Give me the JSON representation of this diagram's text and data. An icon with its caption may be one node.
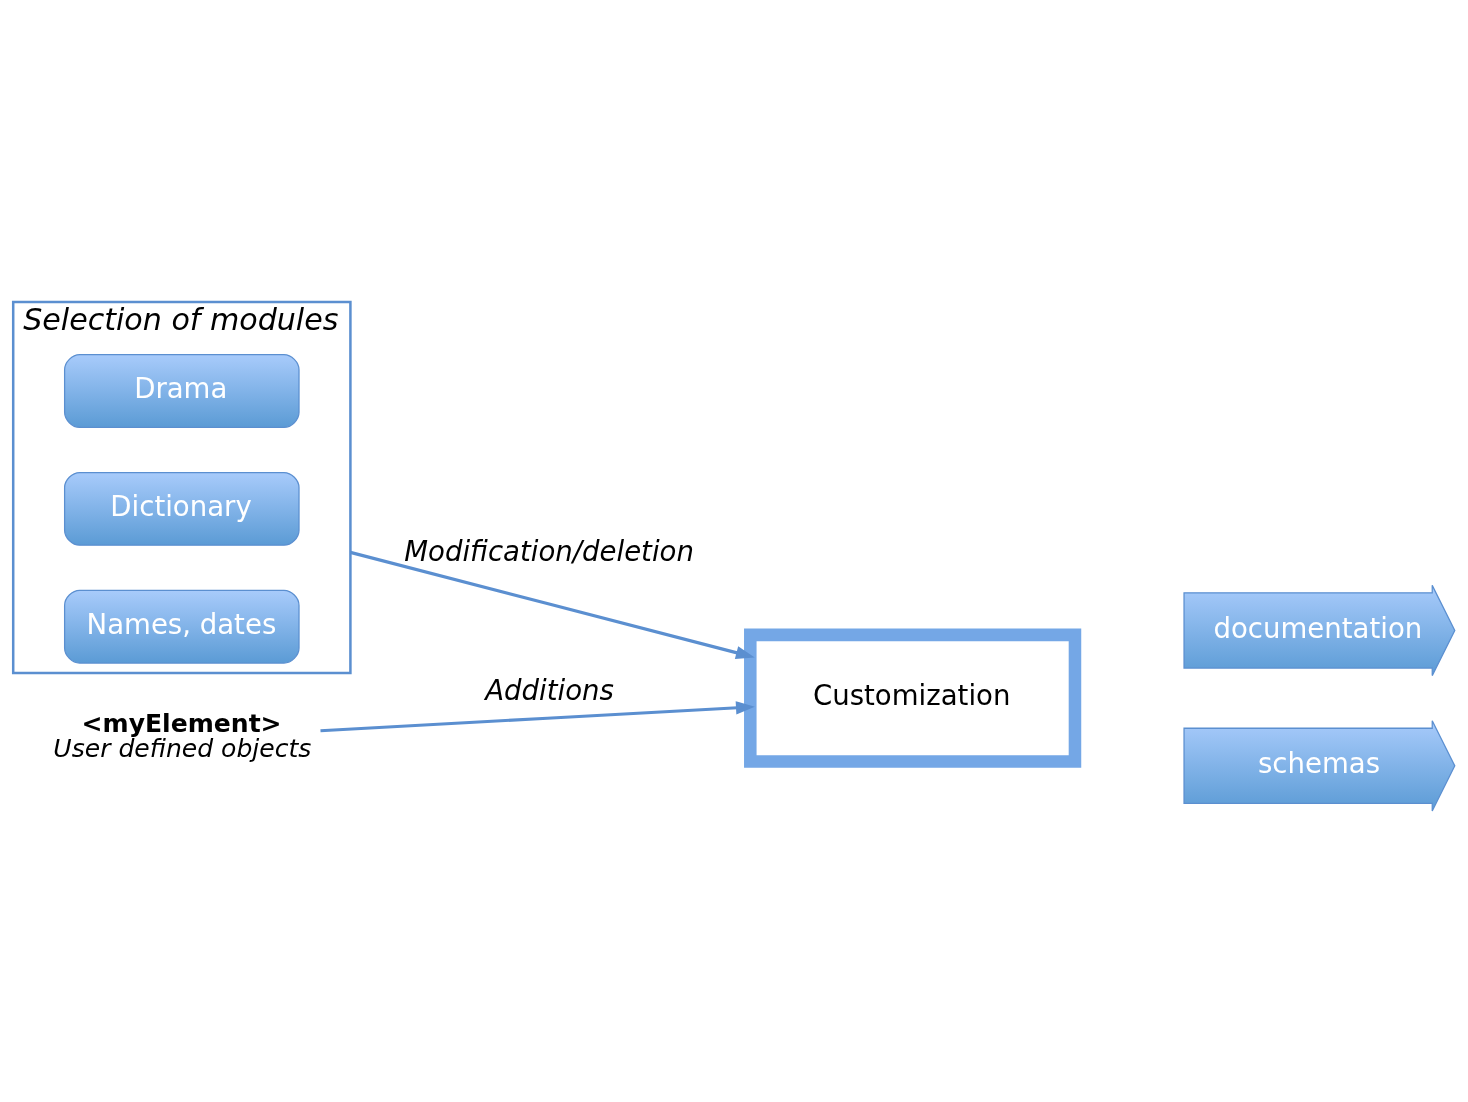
{
  "diagram": {
    "nodes": [
      {
        "text": [
          "Selection of modules"
        ]
      },
      {
        "text": [
          "Drama"
        ],
        "in": 0
      },
      {
        "text": [
          "Dictionary"
        ],
        "in": 0
      },
      {
        "text": [
          "Names, dates"
        ],
        "in": 0
      },
      {
        "text": [
          "Customization"
        ]
      },
      {
        "text": [
          "<myElement>",
          "User defined objects"
        ]
      },
      {
        "text": [
          "documentation"
        ]
      },
      {
        "text": [
          "schemas"
        ]
      }
    ],
    "edges": [
      {
        "from": 0,
        "to": 4,
        "arrow": "to",
        "label": "Modification/deletion"
      },
      {
        "from": 5,
        "to": 4,
        "arrow": "to",
        "label": "Additions"
      }
    ]
  }
}
